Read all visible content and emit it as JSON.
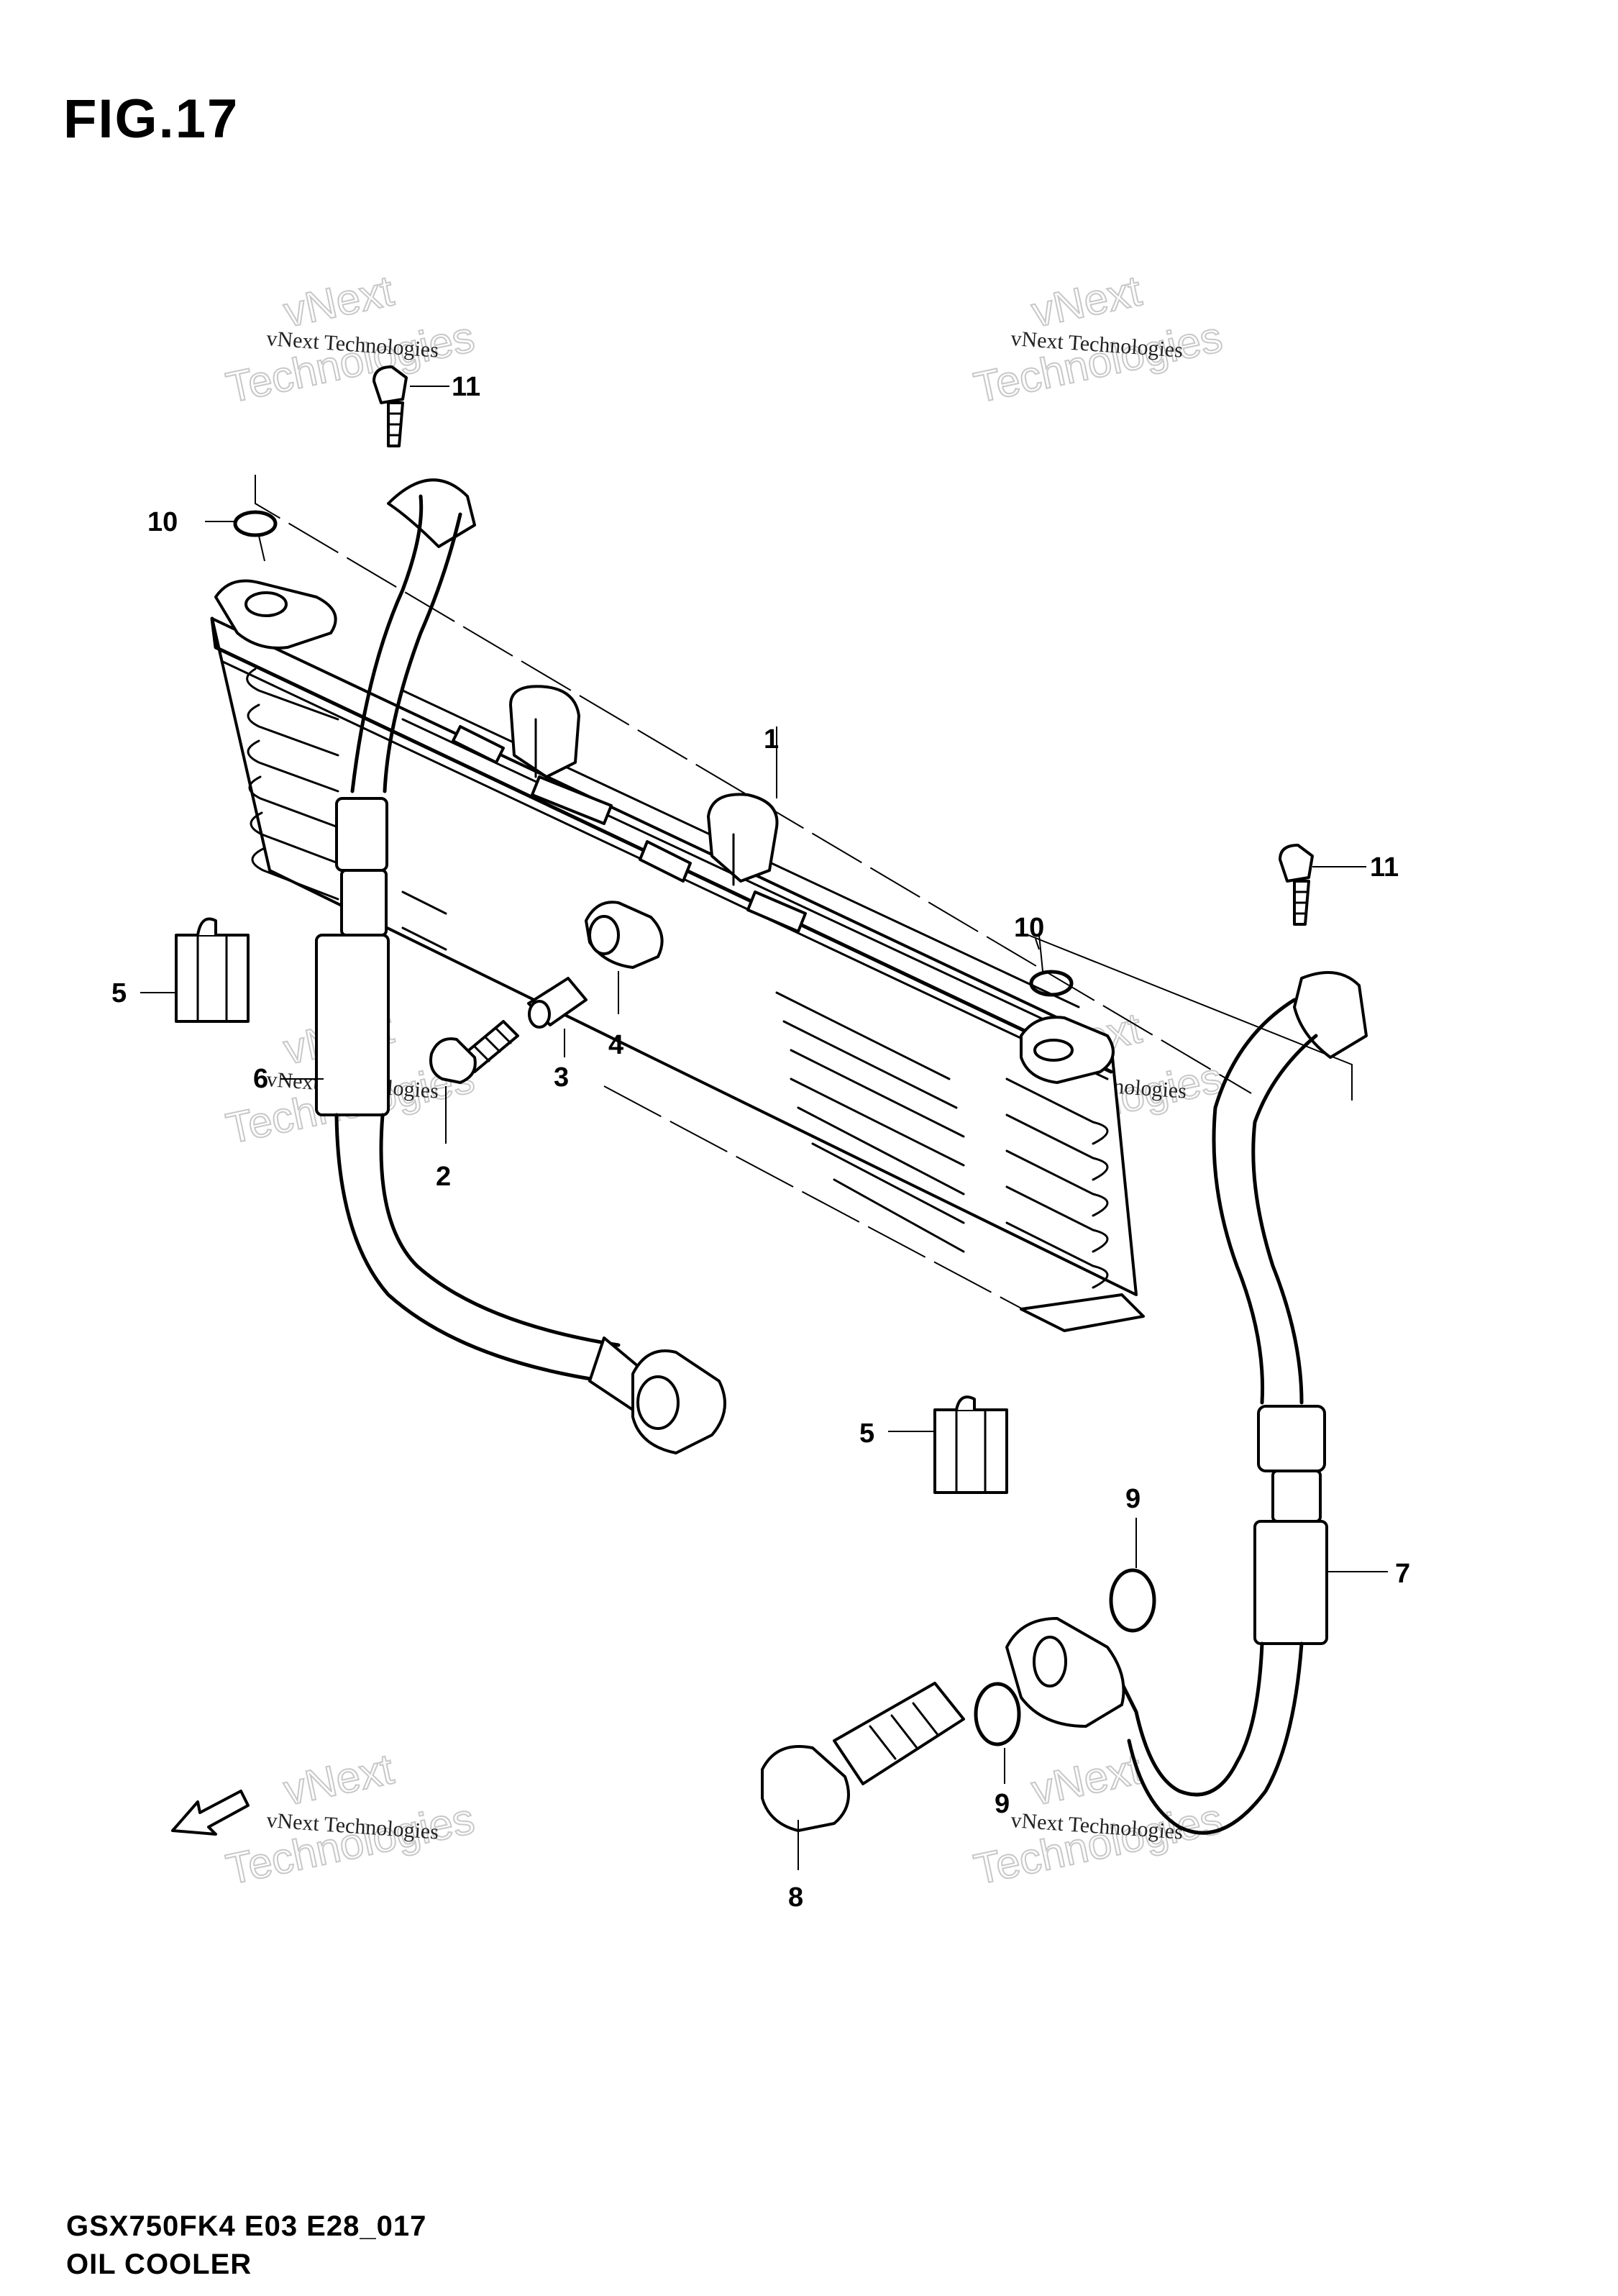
{
  "figure": {
    "title": "FIG.17",
    "model_code": "GSX750FK4 E03 E28_017",
    "section_name": "OIL COOLER"
  },
  "watermark": {
    "small": "vNext Technologies",
    "big_line1": "vNext",
    "big_line2": "Technologies"
  },
  "callouts": [
    "1",
    "2",
    "3",
    "4",
    "5",
    "5",
    "6",
    "7",
    "8",
    "9",
    "9",
    "10",
    "10",
    "11",
    "11"
  ],
  "icons": {
    "front_arrow": "front-direction-arrow-icon"
  }
}
